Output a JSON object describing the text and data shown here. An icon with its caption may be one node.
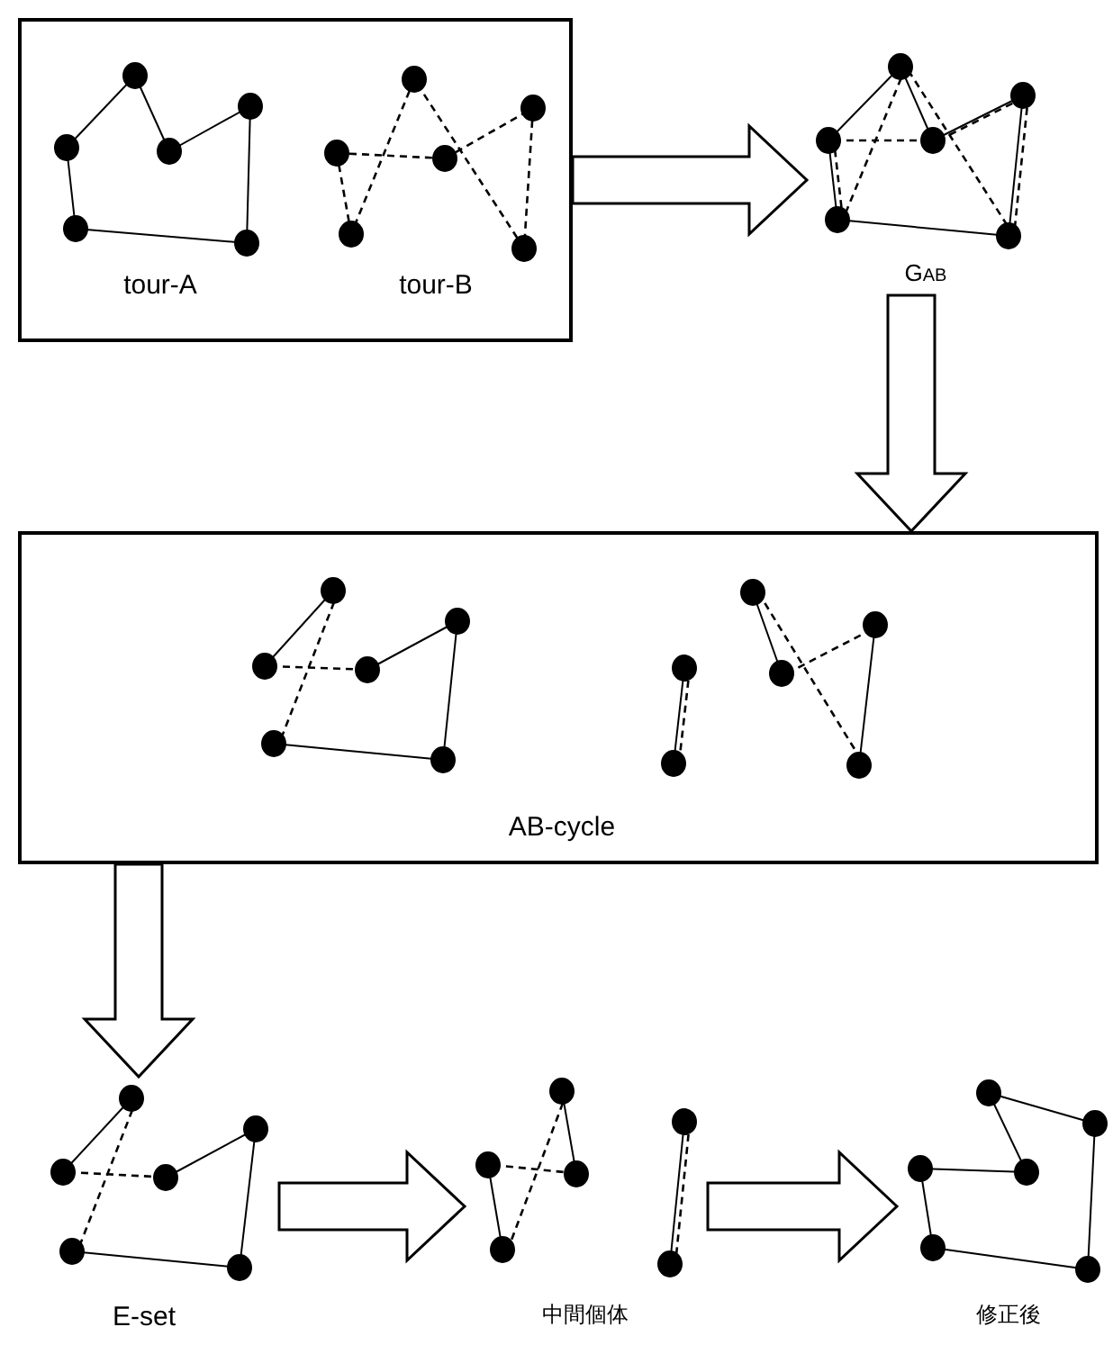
{
  "diagram": {
    "nodes": [
      {
        "text": [],
        "shape": "box"
      },
      {
        "text": [
          "tour-A"
        ],
        "in": 0
      },
      {
        "text": [
          "tour-B"
        ],
        "in": 0
      },
      {
        "text": [
          "G$_{AB}$"
        ]
      },
      {
        "text": [
          "AB-cycle"
        ]
      },
      {
        "text": [
          "E-set"
        ]
      },
      {
        "text": [
          "中間個体"
        ]
      },
      {
        "text": [
          "修正後"
        ]
      }
    ],
    "edges": [
      {
        "from": 0,
        "to": 3,
        "arrow": "to"
      },
      {
        "from": 3,
        "to": 4,
        "arrow": "to"
      },
      {
        "from": 4,
        "to": 5,
        "arrow": "to"
      },
      {
        "from": 5,
        "to": 6,
        "arrow": "to"
      },
      {
        "from": 6,
        "to": 7,
        "arrow": "to"
      }
    ]
  }
}
